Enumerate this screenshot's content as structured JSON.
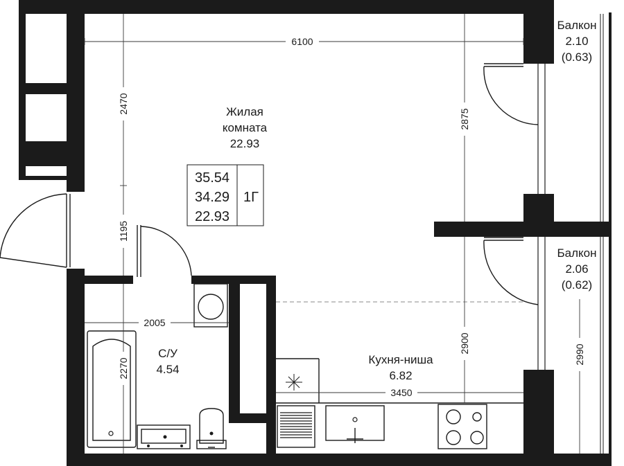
{
  "plan": {
    "rooms": [
      {
        "name": "Жилая",
        "name2": "комната",
        "area": "22.93"
      },
      {
        "name": "С/У",
        "area": "4.54"
      },
      {
        "name": "Кухня-ниша",
        "area": "6.82"
      }
    ],
    "balconies": [
      {
        "name": "Балкон",
        "area": "2.10",
        "area_reduced": "(0.63)"
      },
      {
        "name": "Балкон",
        "area": "2.06",
        "area_reduced": "(0.62)"
      }
    ],
    "summary": {
      "total_area": "35.54",
      "total_area_no_balcony": "34.29",
      "living_area": "22.93",
      "rooms_label": "1Г"
    },
    "dimensions": {
      "overall_width": "6100",
      "living_height_left": "2470",
      "living_height_right": "2875",
      "door_gap": "1195",
      "bath_width": "2005",
      "bath_height": "2270",
      "kitchen_width": "3450",
      "kitchen_height": "2900",
      "balcony_height": "2990"
    }
  }
}
